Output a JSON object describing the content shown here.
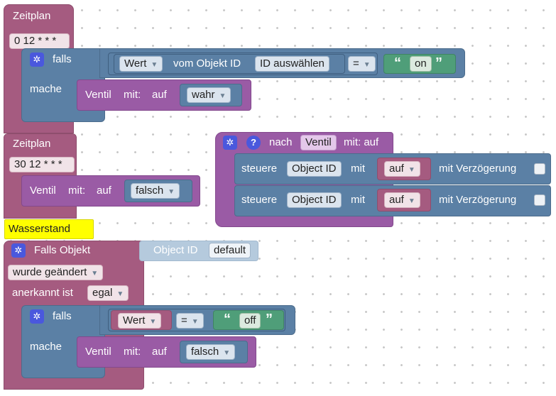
{
  "schedule1": {
    "title": "Zeitplan",
    "cron": "0 12 * * *"
  },
  "if1": {
    "falls": "falls",
    "mache": "mache",
    "wert": "Wert",
    "vom_objekt": "vom Objekt ID",
    "id_select": "ID auswählen",
    "op": "=",
    "value": "on",
    "set": {
      "ventil": "Ventil",
      "mit": "mit:",
      "auf": "auf",
      "value": "wahr"
    }
  },
  "schedule2": {
    "title": "Zeitplan",
    "cron": "30 12 * * *",
    "set": {
      "ventil": "Ventil",
      "mit": "mit:",
      "auf": "auf",
      "value": "falsch"
    }
  },
  "func": {
    "nach": "nach",
    "name": "Ventil",
    "suffix": "mit: auf",
    "rows": [
      {
        "steuere": "steuere",
        "object_id": "Object ID",
        "mit": "mit",
        "auf": "auf",
        "delay": "mit Verzögerung"
      },
      {
        "steuere": "steuere",
        "object_id": "Object ID",
        "mit": "mit",
        "auf": "auf",
        "delay": "mit Verzögerung"
      }
    ]
  },
  "comment": "Wasserstand",
  "trigger": {
    "title": "Falls Objekt",
    "changed": "wurde geändert",
    "ack_label": "anerkannt ist",
    "ack_value": "egal",
    "ghost_label": "Object ID",
    "ghost_value": "default"
  },
  "if2": {
    "falls": "falls",
    "mache": "mache",
    "wert": "Wert",
    "op": "=",
    "value": "off",
    "set": {
      "ventil": "Ventil",
      "mit": "mit:",
      "auf": "auf",
      "value": "falsch"
    }
  },
  "icons": {
    "settings": "gear-icon",
    "help": "question-icon",
    "dropdown": "chevron-down-icon"
  },
  "colors": {
    "schedule": "#a55b80",
    "logic": "#5b80a5",
    "action": "#9a5ba5",
    "text": "#4f9e79",
    "comment": "#ffff00"
  }
}
